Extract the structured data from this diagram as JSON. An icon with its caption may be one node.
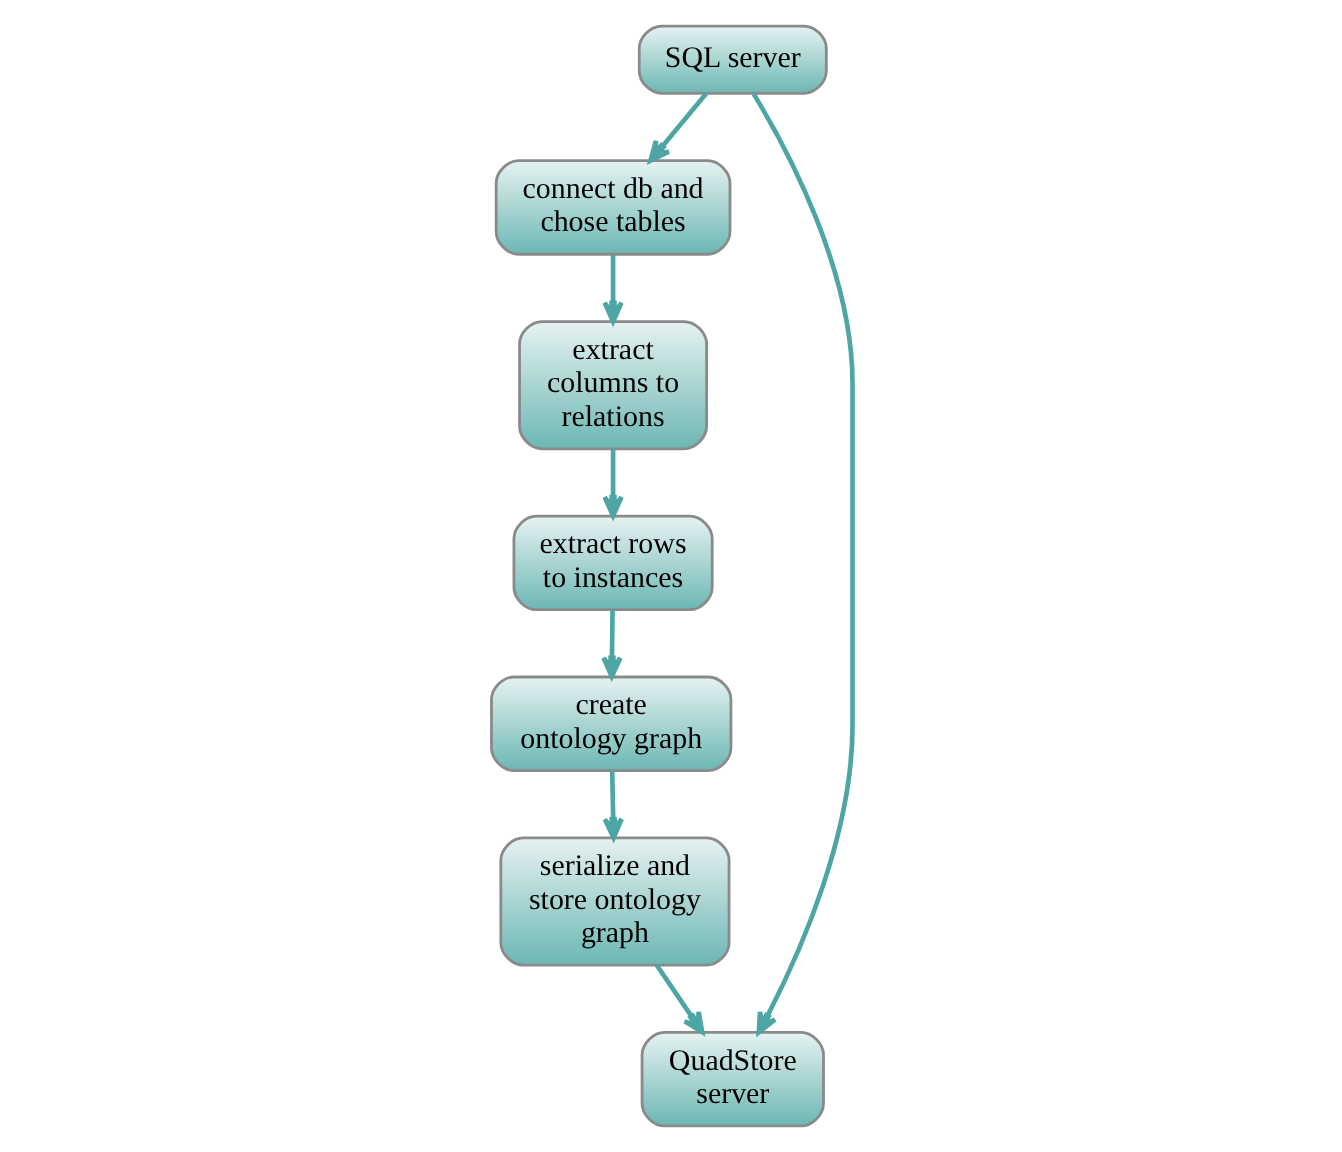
{
  "diagram": {
    "nodes": [
      {
        "text": [
          "SQL server"
        ]
      },
      {
        "text": [
          "connect db and chose tables"
        ]
      },
      {
        "text": [
          "extract columns to relations"
        ]
      },
      {
        "text": [
          "extract rows to instances"
        ]
      },
      {
        "text": [
          "create ontology graph"
        ]
      },
      {
        "text": [
          "serialize and store ontology graph"
        ]
      },
      {
        "text": [
          "QuadStore server"
        ]
      }
    ],
    "edges": [
      {
        "from": 0,
        "to": 1,
        "arrow": "to"
      },
      {
        "from": 0,
        "to": 6,
        "arrow": "to"
      },
      {
        "from": 1,
        "to": 2,
        "arrow": "to"
      },
      {
        "from": 2,
        "to": 3,
        "arrow": "to"
      },
      {
        "from": 3,
        "to": 4,
        "arrow": "to"
      },
      {
        "from": 4,
        "to": 5,
        "arrow": "to"
      },
      {
        "from": 5,
        "to": 6,
        "arrow": "to"
      }
    ]
  }
}
